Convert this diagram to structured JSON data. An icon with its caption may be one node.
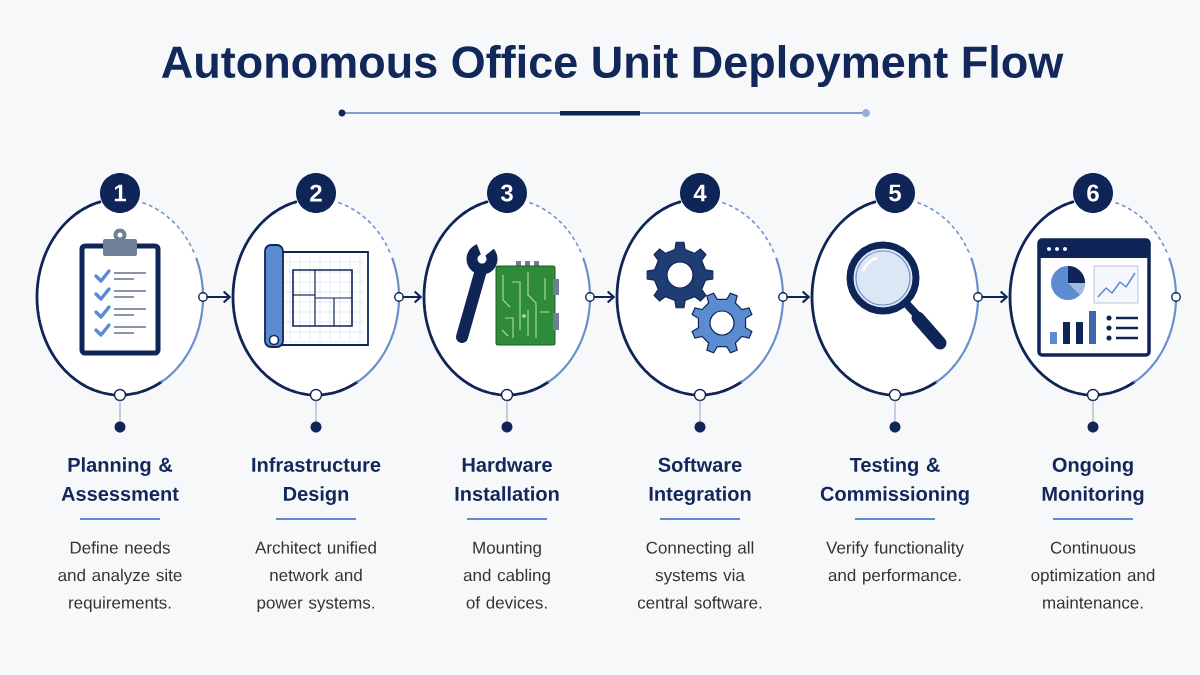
{
  "diagram": {
    "title": "Autonomous Office Unit Deployment Flow",
    "nodes": [
      {
        "text": [
          "1"
        ],
        "beside": [
          "Planning & Assessment",
          "Define needs and analyze site requirements."
        ]
      },
      {
        "text": [
          "2"
        ],
        "beside": [
          "Infrastructure Design",
          "Architect unified network and power systems."
        ]
      },
      {
        "text": [
          "3"
        ],
        "beside": [
          "Hardware Installation",
          "Mounting and cabling of devices."
        ]
      },
      {
        "text": [
          "4"
        ],
        "beside": [
          "Software Integration",
          "Connecting all systems via central software."
        ]
      },
      {
        "text": [
          "5"
        ],
        "beside": [
          "Testing & Commissioning",
          "Verify functionality and performance."
        ]
      },
      {
        "text": [
          "6"
        ],
        "beside": [
          "Ongoing Monitoring",
          "Continuous optimization and maintenance."
        ]
      }
    ],
    "edges": [
      {
        "from": 0,
        "to": 1,
        "arrow": "to"
      },
      {
        "from": 1,
        "to": 2,
        "arrow": "to"
      },
      {
        "from": 2,
        "to": 3,
        "arrow": "to"
      },
      {
        "from": 3,
        "to": 4,
        "arrow": "to"
      },
      {
        "from": 4,
        "to": 5,
        "arrow": "to"
      }
    ]
  }
}
